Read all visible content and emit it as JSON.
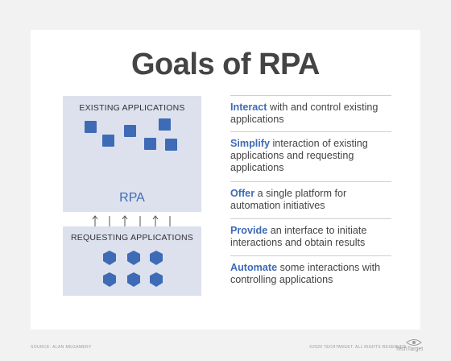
{
  "title": "Goals of RPA",
  "diagram": {
    "existing_label": "EXISTING APPLICATIONS",
    "rpa_label": "RPA",
    "requesting_label": "REQUESTING APPLICATIONS"
  },
  "goals": [
    {
      "keyword": "Interact",
      "rest": " with and control existing applications"
    },
    {
      "keyword": "Simplify",
      "rest": " interaction of existing applications and requesting applications"
    },
    {
      "keyword": "Offer",
      "rest": " a single platform for automation initiatives"
    },
    {
      "keyword": "Provide",
      "rest": " an interface to initiate interactions and obtain results"
    },
    {
      "keyword": "Automate",
      "rest": " some interactions with controlling applications"
    }
  ],
  "footer": {
    "source": "SOURCE: ALAN MEGAMERY",
    "copyright": "©2020 TECHTARGET. ALL RIGHTS RESERVED",
    "brand": "TechTarget"
  },
  "colors": {
    "accent": "#3e6bb5",
    "panel": "#dde1ee",
    "text": "#444444",
    "background": "#f2f2f2"
  }
}
